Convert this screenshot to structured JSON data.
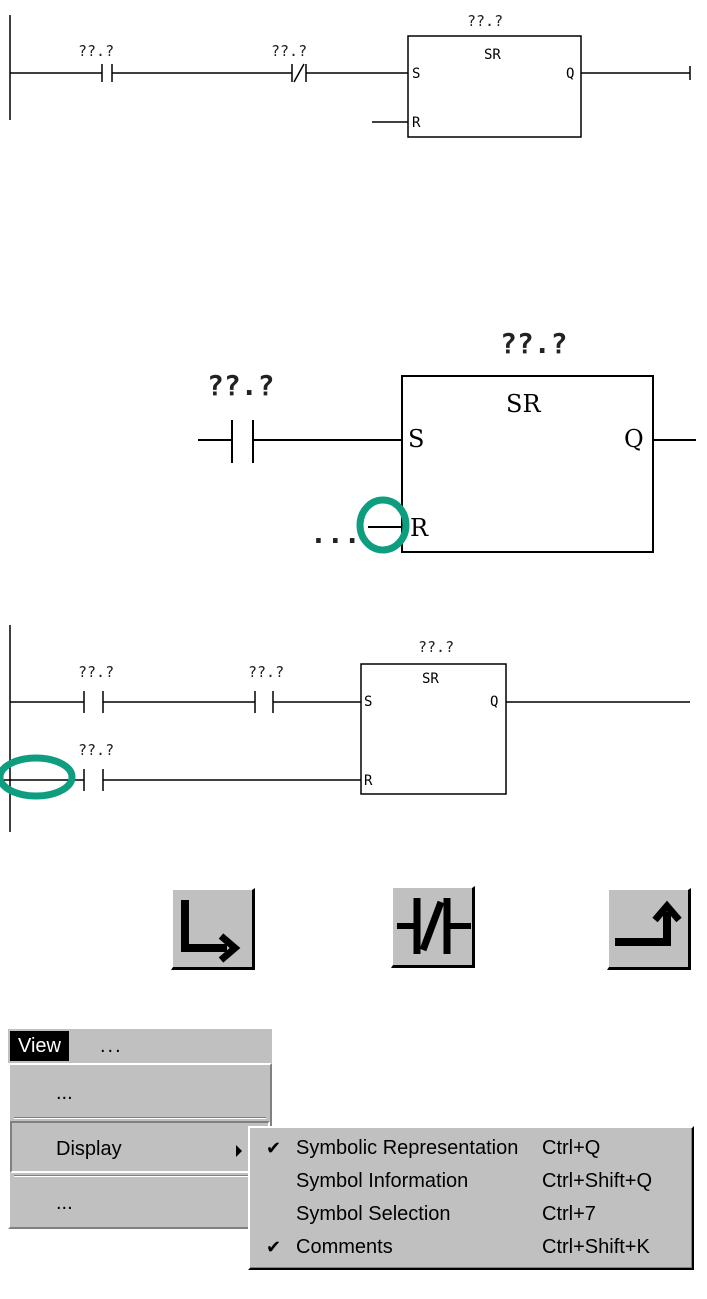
{
  "diagram1": {
    "address_box": "??.?",
    "address_c1": "??.?",
    "address_c2": "??.?",
    "block": "SR",
    "pin_s": "S",
    "pin_r": "R",
    "pin_q": "Q"
  },
  "diagram2": {
    "address_box": "??.?",
    "address_c1": "??.?",
    "block": "SR",
    "pin_s": "S",
    "pin_r": "R",
    "pin_q": "Q",
    "ellipsis": "...",
    "highlight_color": "#0f9d80"
  },
  "diagram3": {
    "address_box": "??.?",
    "address_c1": "??.?",
    "address_c2": "??.?",
    "address_c3": "??.?",
    "block": "SR",
    "pin_s": "S",
    "pin_r": "R",
    "pin_q": "Q",
    "highlight_color": "#0f9d80"
  },
  "toolbar": {
    "buttons": [
      "branch-open-icon",
      "negate-contact-icon",
      "branch-close-icon"
    ]
  },
  "menu": {
    "menubar_view": "View",
    "menubar_more": "...",
    "items": [
      "...",
      "Display",
      "..."
    ],
    "submenu": [
      {
        "checked": true,
        "label": "Symbolic Representation",
        "shortcut": "Ctrl+Q"
      },
      {
        "checked": false,
        "label": "Symbol Information",
        "shortcut": "Ctrl+Shift+Q"
      },
      {
        "checked": false,
        "label": "Symbol Selection",
        "shortcut": "Ctrl+7"
      },
      {
        "checked": true,
        "label": "Comments",
        "shortcut": "Ctrl+Shift+K"
      }
    ]
  }
}
